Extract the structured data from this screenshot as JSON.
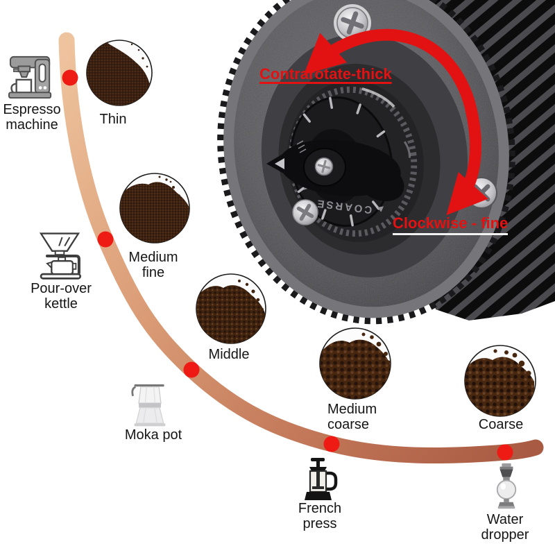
{
  "annotations": {
    "counterclockwise": "Contrarotate-thick",
    "clockwise": "Clockwise - fine",
    "dial_engraving": "COARSE"
  },
  "grind_scale": {
    "points": [
      {
        "grind": "Thin",
        "method": "Espresso machine",
        "icon": "espresso-machine"
      },
      {
        "grind": "Medium fine",
        "method": "Pour-over kettle",
        "icon": "pour-over-kettle"
      },
      {
        "grind": "Middle",
        "method": "Moka pot",
        "icon": "moka-pot"
      },
      {
        "grind": "Medium coarse",
        "method": "French press",
        "icon": "french-press"
      },
      {
        "grind": "Coarse",
        "method": "Water dropper",
        "icon": "water-dropper"
      }
    ]
  },
  "colors": {
    "curve_light": "#eec49e",
    "curve_dark": "#a85a42",
    "marker_dot": "#ee1b15",
    "annotation_red": "#e21212",
    "grounds_brown": "#42240f"
  }
}
